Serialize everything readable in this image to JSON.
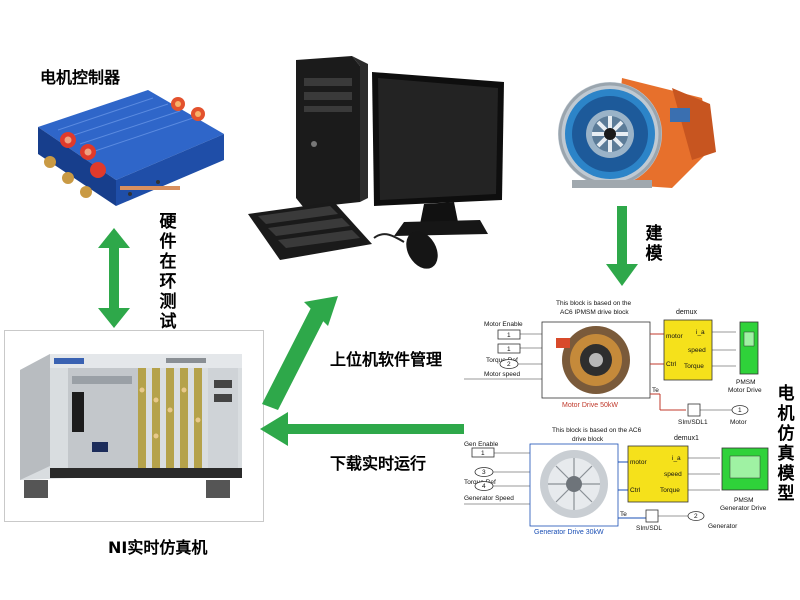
{
  "labels": {
    "motor_controller": "电机控制器",
    "hil": "硬件在环测试",
    "upper_software": "上位机软件管理",
    "download": "下载实时运行",
    "ni_rt": "NI实时仿真机",
    "modeling": "建模",
    "motor_model": "电机仿真模型"
  },
  "sim": {
    "top": {
      "note_line1": "This block is based on the",
      "note_line2": "AC6 IPMSM drive block",
      "demux": "demux",
      "in1": "Motor Enable",
      "in2": "Torque Ref",
      "in3": "Motor speed",
      "const1": "1",
      "const2": "1",
      "const3": "2",
      "port_motor": "motor",
      "port_ctrl": "Ctrl",
      "port_te": "Te",
      "out_ia": "i_a",
      "out_speed": "speed",
      "out_torque": "Torque",
      "block": "Motor Drive 50kW",
      "scope": "PMSM\nMotor Drive",
      "scope_l1": "PMSM",
      "scope_l2": "Motor Drive",
      "simlink": "SIm/SDL1",
      "out_port": "1",
      "out_name": "Motor"
    },
    "bottom": {
      "note_line1": "This block is based on the AC6",
      "note_line2": "drive block",
      "demux": "demux1",
      "in1": "Gen Enable",
      "in2": "Torque Ref",
      "in3": "Generator Speed",
      "const1": "1",
      "const2": "3",
      "const3": "4",
      "port_motor": "motor",
      "port_ctrl": "Ctrl",
      "port_te": "Te",
      "out_ia": "i_a",
      "out_speed": "speed",
      "out_torque": "Torque",
      "block": "Generator Drive 30kW",
      "scope_l1": "PMSM",
      "scope_l2": "Generator Drive",
      "simlink": "SIm/SDL",
      "out_port": "2",
      "out_name": "Generator"
    }
  },
  "colors": {
    "arrow_green": "#2ea84a",
    "controller_blue": "#1d4fa8",
    "sim_yellow": "#f5e11b",
    "sim_green": "#2fd23a"
  }
}
